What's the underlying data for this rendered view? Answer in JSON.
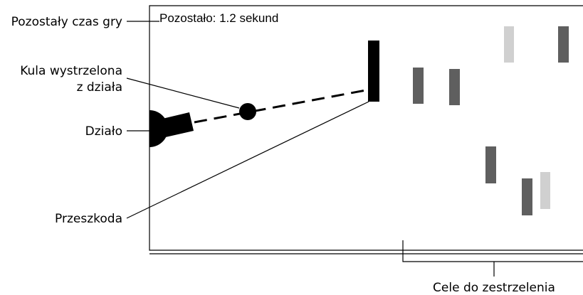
{
  "game": {
    "timer_text": "Pozostało: 1.2 sekund"
  },
  "labels": {
    "time_left": "Pozostały czas gry",
    "bullet_line1": "Kula wystrzelona",
    "bullet_line2": "z działa",
    "cannon": "Działo",
    "obstacle": "Przeszkoda",
    "targets": "Cele do zestrzelenia"
  },
  "colors": {
    "frame": "#000000",
    "cannon": "#000000",
    "obstacle": "#000000",
    "target_dark": "#5f5f5f",
    "target_light": "#d0d0d0"
  },
  "targets": [
    {
      "shade": "dark"
    },
    {
      "shade": "dark"
    },
    {
      "shade": "light"
    },
    {
      "shade": "dark"
    },
    {
      "shade": "dark"
    },
    {
      "shade": "dark"
    },
    {
      "shade": "light"
    }
  ]
}
